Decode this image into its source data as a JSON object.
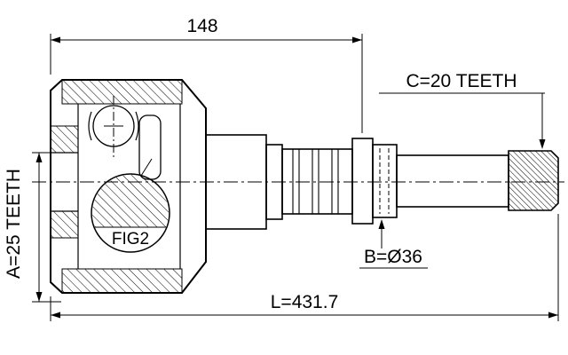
{
  "diagram": {
    "labels": {
      "width_dim": "148",
      "spline_c": "C=20 TEETH",
      "spline_a": "A=25 TEETH",
      "diameter_b": "B=Ø36",
      "length_l": "L=431.7",
      "figure_ref": "FIG2"
    },
    "colors": {
      "line": "#000000",
      "background": "#ffffff"
    }
  }
}
